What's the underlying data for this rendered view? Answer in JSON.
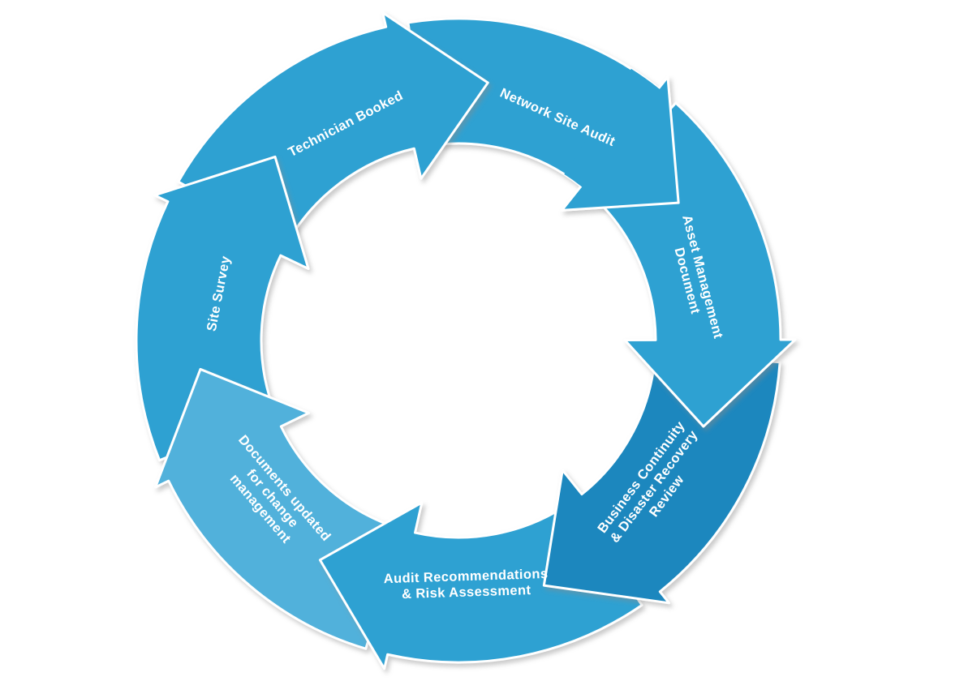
{
  "page": {
    "background_color": "#ffffff"
  },
  "diagram": {
    "type": "cycle",
    "direction": "clockwise",
    "start_position": "top",
    "outline_color": "#ffffff",
    "text_color": "#ffffff",
    "shadow_color": "#8a8a8a",
    "default_step_color": "#2ea1d2",
    "steps": [
      {
        "id": "technician-booked",
        "label": "Technician Booked",
        "lines": [
          "Technician Booked"
        ],
        "color": "#2ea1d2"
      },
      {
        "id": "network-site-audit",
        "label": "Network Site Audit",
        "lines": [
          "Network Site Audit"
        ],
        "color": "#2ea1d2"
      },
      {
        "id": "asset-management-document",
        "label": "Asset Management Document",
        "lines": [
          "Asset Management",
          "Document"
        ],
        "color": "#2ea1d2"
      },
      {
        "id": "business-continuity-disaster-recovery-review",
        "label": "Business Continuity & Disaster Recovery Review",
        "lines": [
          "Business Continuity",
          "& Disaster Recovery",
          "Review"
        ],
        "color": "#1a87be"
      },
      {
        "id": "audit-recommendations-risk-assessment",
        "label": "Audit Recommendations & Risk Assessment",
        "lines": [
          "Audit Recommendations",
          "& Risk Assessment"
        ],
        "color": "#2ea1d2"
      },
      {
        "id": "documents-updated-for-change-management",
        "label": "Documents updated for change management",
        "lines": [
          "Documents updated",
          "for change",
          "management"
        ],
        "color": "#51b1db"
      },
      {
        "id": "site-survey",
        "label": "Site Survey",
        "lines": [
          "Site Survey"
        ],
        "color": "#2ea1d2"
      }
    ]
  }
}
